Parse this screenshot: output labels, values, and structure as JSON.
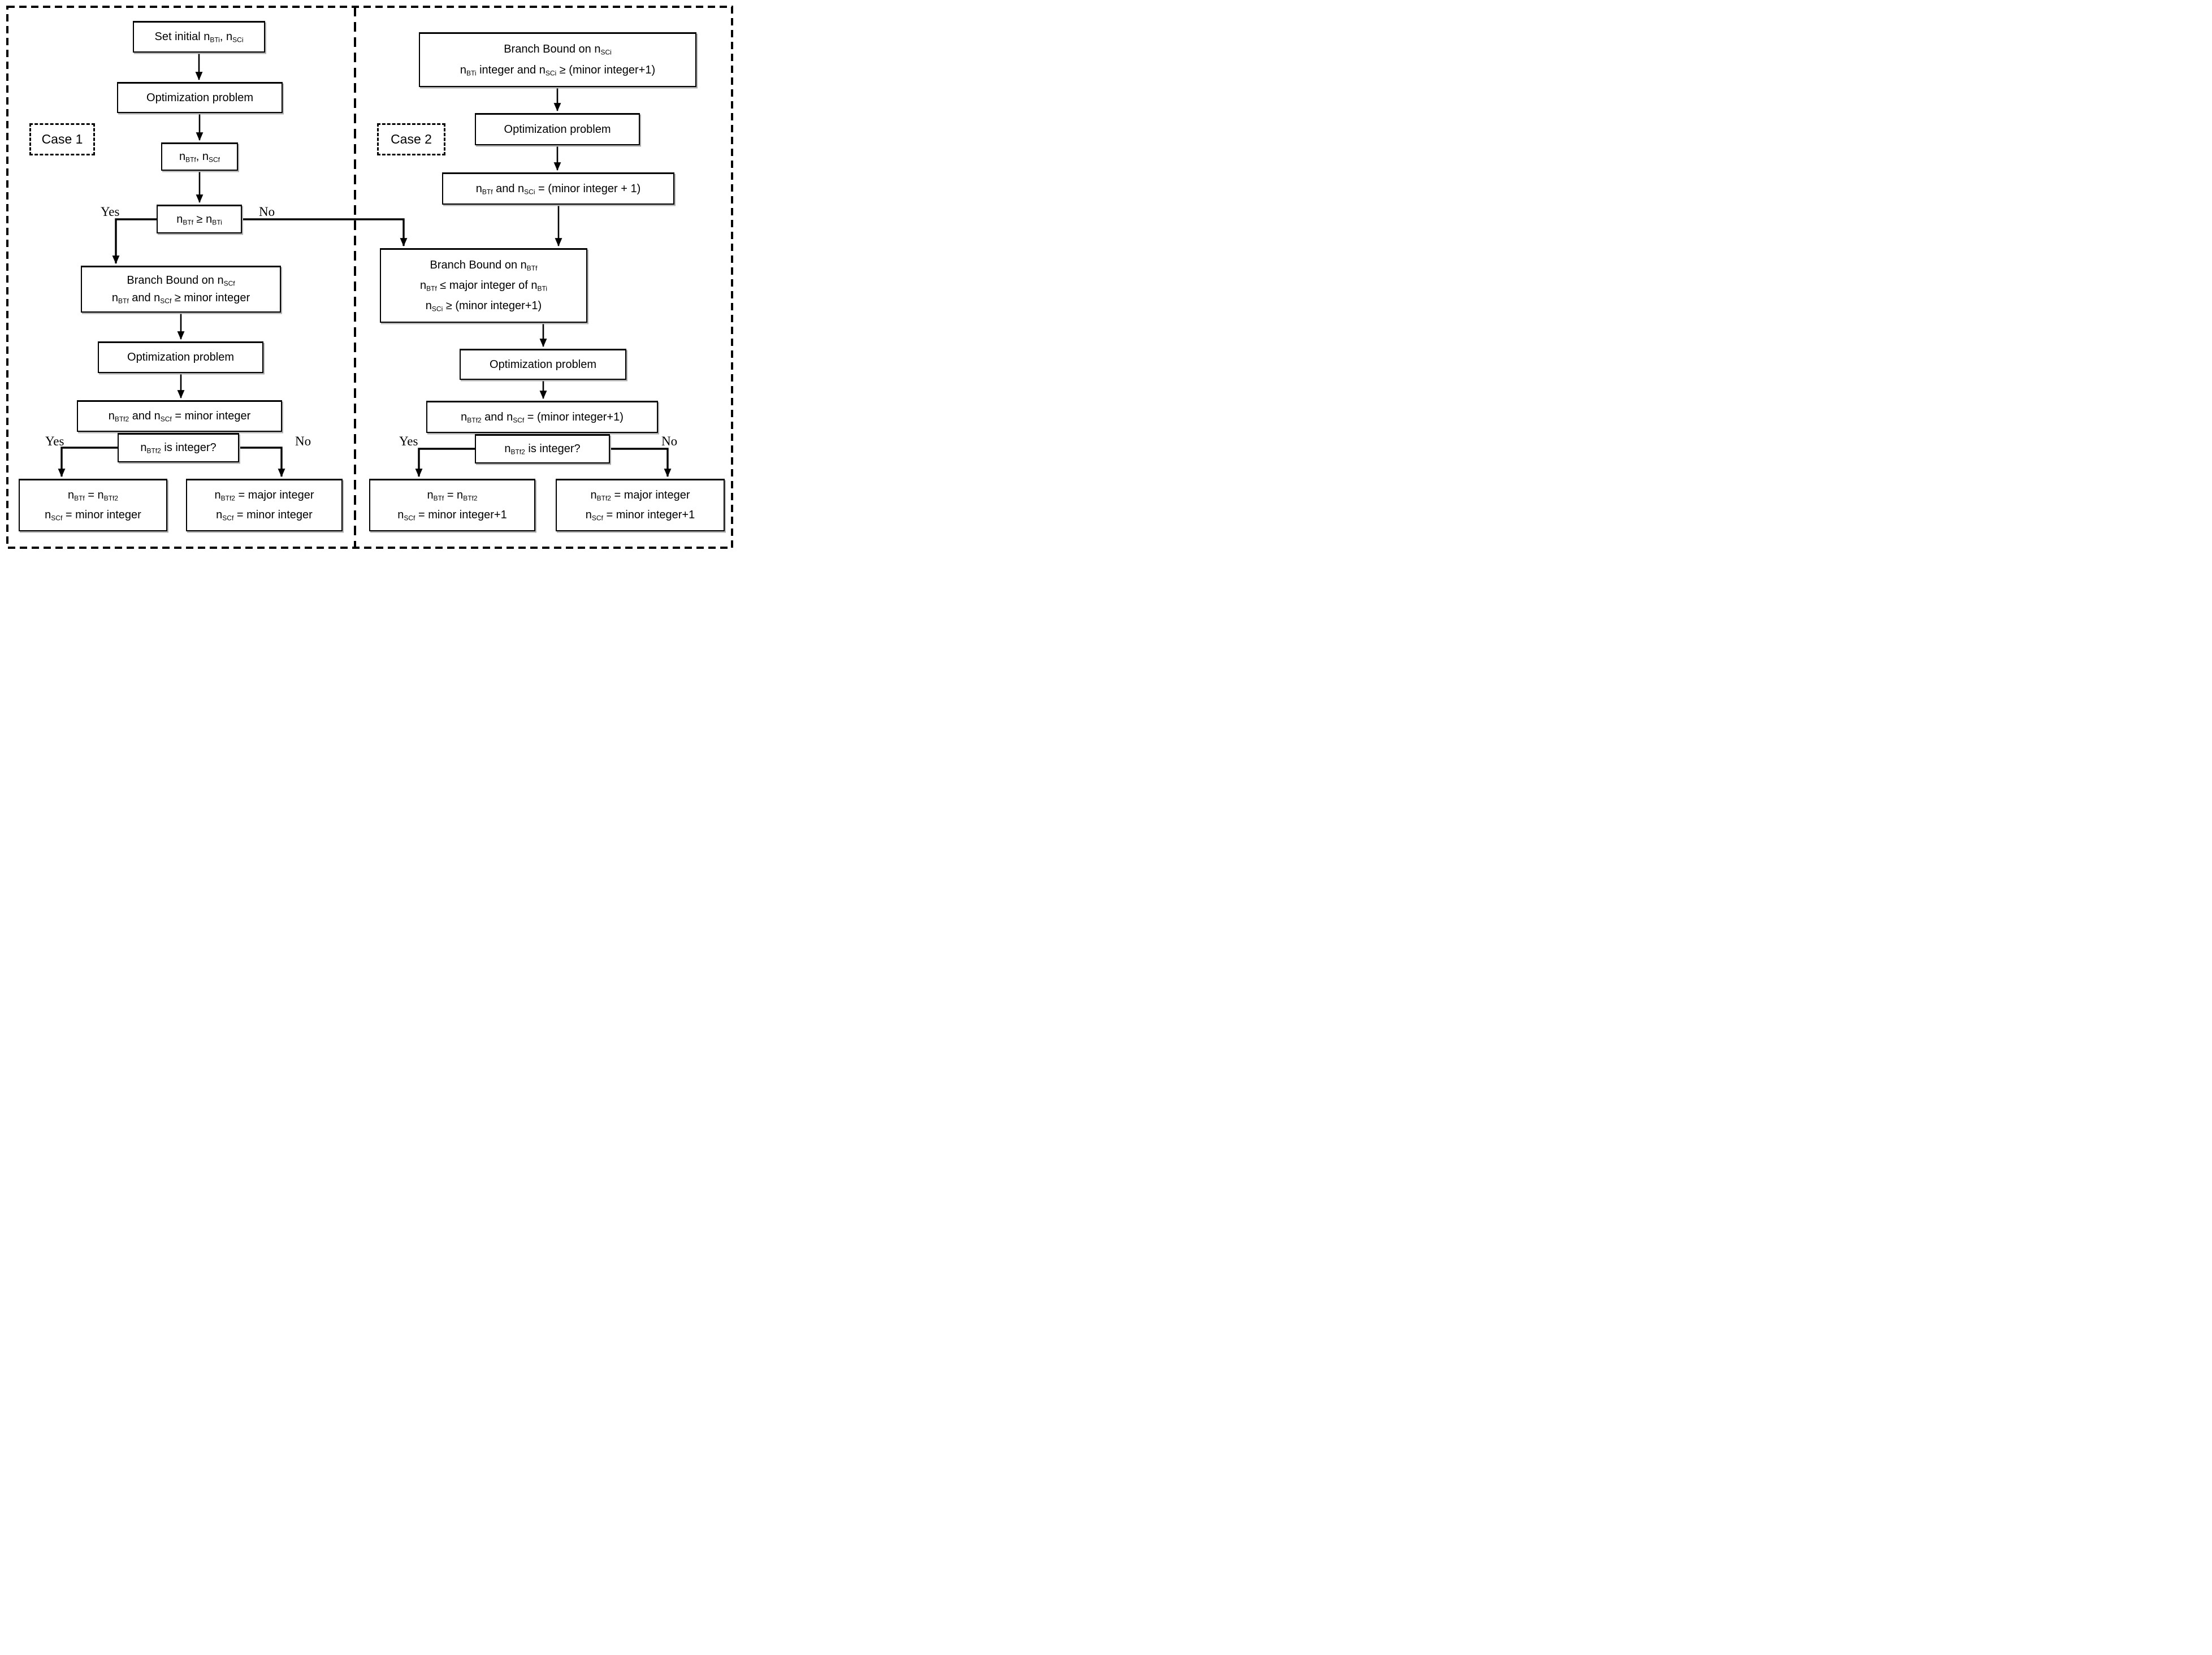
{
  "diagram": {
    "background": "#ffffff",
    "line_color": "#000000",
    "labels": {
      "case1": "Case 1",
      "case2": "Case 2",
      "yes": "Yes",
      "no": "No"
    }
  },
  "case1": {
    "set_initial": {
      "lines": [
        [
          {
            "t": "Set initial n",
            "s": "BTi"
          },
          {
            "t": ", n",
            "s": "SCi"
          }
        ]
      ]
    },
    "optimization_1": {
      "lines": [
        [
          {
            "t": "Optimization problem"
          }
        ]
      ]
    },
    "nbtf_nscf": {
      "lines": [
        [
          {
            "t": "n",
            "s": "BTf"
          },
          {
            "t": ", n",
            "s": "SCf"
          }
        ]
      ]
    },
    "decision_nbtf_gte_nbti": {
      "lines": [
        [
          {
            "t": "n",
            "s": "BTf"
          },
          {
            "t": " ≥ n",
            "s": "BTi"
          }
        ]
      ]
    },
    "branch_bound_nscf": {
      "lines": [
        [
          {
            "t": "Branch Bound on n",
            "s": "SCf"
          }
        ],
        [
          {
            "t": "n",
            "s": "BTf"
          },
          {
            "t": " and n",
            "s": "SCf"
          },
          {
            "t": " ≥ minor integer"
          }
        ]
      ]
    },
    "optimization_2": {
      "lines": [
        [
          {
            "t": "Optimization problem"
          }
        ]
      ]
    },
    "nbtf2_eq_minor": {
      "lines": [
        [
          {
            "t": "n",
            "s": "BTf2"
          },
          {
            "t": " and n",
            "s": "SCf"
          },
          {
            "t": " = minor integer"
          }
        ]
      ]
    },
    "decision_nbtf2_integer": {
      "lines": [
        [
          {
            "t": "n",
            "s": "BTf2"
          },
          {
            "t": " is integer?"
          }
        ]
      ]
    },
    "result_yes": {
      "lines": [
        [
          {
            "t": "n",
            "s": "BTf"
          },
          {
            "t": " = n",
            "s": "BTf2"
          }
        ],
        [
          {
            "t": "n",
            "s": "SCf"
          },
          {
            "t": " = minor integer"
          }
        ]
      ]
    },
    "result_no": {
      "lines": [
        [
          {
            "t": "n",
            "s": "BTf2"
          },
          {
            "t": " = major integer"
          }
        ],
        [
          {
            "t": "n",
            "s": "SCf"
          },
          {
            "t": " = minor integer"
          }
        ]
      ]
    }
  },
  "case2": {
    "branch_bound_nsci": {
      "lines": [
        [
          {
            "t": "Branch Bound on n",
            "s": "SCi"
          }
        ],
        [
          {
            "t": "n",
            "s": "BTi"
          },
          {
            "t": " integer and n",
            "s": "SCi"
          },
          {
            "t": " ≥ (minor integer+1)"
          }
        ]
      ]
    },
    "optimization_1": {
      "lines": [
        [
          {
            "t": "Optimization problem"
          }
        ]
      ]
    },
    "nbtf_nsci_eq": {
      "lines": [
        [
          {
            "t": "n",
            "s": "BTf"
          },
          {
            "t": " and n",
            "s": "SCi"
          },
          {
            "t": " = (minor integer + 1)"
          }
        ]
      ]
    },
    "branch_bound_nbtf": {
      "lines": [
        [
          {
            "t": "Branch Bound on n",
            "s": "BTf"
          }
        ],
        [
          {
            "t": "n",
            "s": "BTf"
          },
          {
            "t": " ≤ major integer of n",
            "s": "BTi"
          }
        ],
        [
          {
            "t": "n",
            "s": "SCi"
          },
          {
            "t": " ≥ (minor integer+1)"
          }
        ]
      ]
    },
    "optimization_2": {
      "lines": [
        [
          {
            "t": "Optimization problem"
          }
        ]
      ]
    },
    "nbtf2_nscf_eq": {
      "lines": [
        [
          {
            "t": "n",
            "s": "BTf2"
          },
          {
            "t": " and n",
            "s": "SCf"
          },
          {
            "t": " = (minor integer+1)"
          }
        ]
      ]
    },
    "decision_nbtf2_integer": {
      "lines": [
        [
          {
            "t": "n",
            "s": "BTf2"
          },
          {
            "t": " is integer?"
          }
        ]
      ]
    },
    "result_yes": {
      "lines": [
        [
          {
            "t": "n",
            "s": "BTf"
          },
          {
            "t": " = n",
            "s": "BTf2"
          }
        ],
        [
          {
            "t": "n",
            "s": "SCf"
          },
          {
            "t": " = minor integer+1"
          }
        ]
      ]
    },
    "result_no": {
      "lines": [
        [
          {
            "t": "n",
            "s": "BTf2"
          },
          {
            "t": " = major integer"
          }
        ],
        [
          {
            "t": "n",
            "s": "SCf"
          },
          {
            "t": " = minor integer+1"
          }
        ]
      ]
    }
  }
}
